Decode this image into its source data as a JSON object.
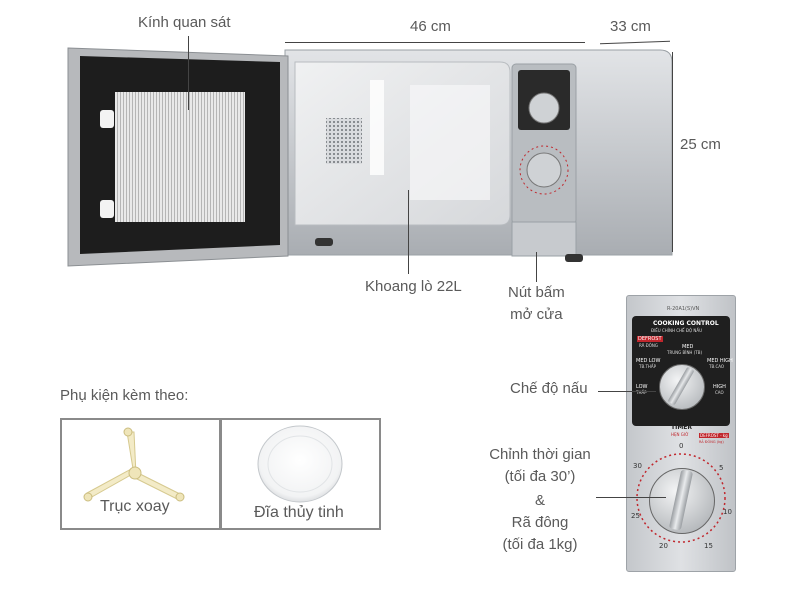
{
  "annotations": {
    "glass": "Kính quan sát",
    "width": "46 cm",
    "depth": "33 cm",
    "height": "25 cm",
    "cavity": "Khoang lò 22L",
    "door_button_line1": "Nút bấm",
    "door_button_line2": "mở cửa",
    "cook_mode": "Chế độ nấu",
    "timer_line1": "Chỉnh thời gian",
    "timer_line2": "(tối đa 30’)",
    "timer_amp": "&",
    "timer_line3": "Rã đông",
    "timer_line4": "(tối đa 1kg)"
  },
  "accessories": {
    "heading": "Phụ kiện kèm theo:",
    "items": [
      {
        "label": "Trục xoay",
        "icon": "turntable-support-icon"
      },
      {
        "label": "Đĩa thủy tinh",
        "icon": "glass-plate-icon"
      }
    ]
  },
  "control_panel": {
    "model": "R-20A1(S)VN",
    "title": "COOKING CONTROL",
    "subtitle": "ĐIỀU CHỈNH CHẾ ĐỘ NẤU",
    "defrost": "DEFROST",
    "defrost_vn": "RÃ ĐÔNG",
    "med": "MED",
    "med_vn": "TRUNG BÌNH (TB)",
    "med_low": "MED LOW",
    "med_low_vn": "TB.THẤP",
    "med_high": "MED HIGH",
    "med_high_vn": "TB.CAO",
    "low": "LOW",
    "low_vn": "THẤP",
    "high": "HIGH",
    "high_vn": "CAO",
    "timer": "TIMER",
    "timer_vn": "HẸN GIỜ",
    "defrost_kg": "DEFROST - kg",
    "defrost_kg_vn": "RÃ ĐÔNG (kg)",
    "ticks": [
      "0",
      "5",
      "10",
      "15",
      "20",
      "25",
      "30"
    ]
  },
  "colors": {
    "body_silver": "#c9ccd0",
    "cavity": "#e8eaec",
    "door_frame": "#2b2b2b",
    "accent_red": "#c0272d"
  }
}
